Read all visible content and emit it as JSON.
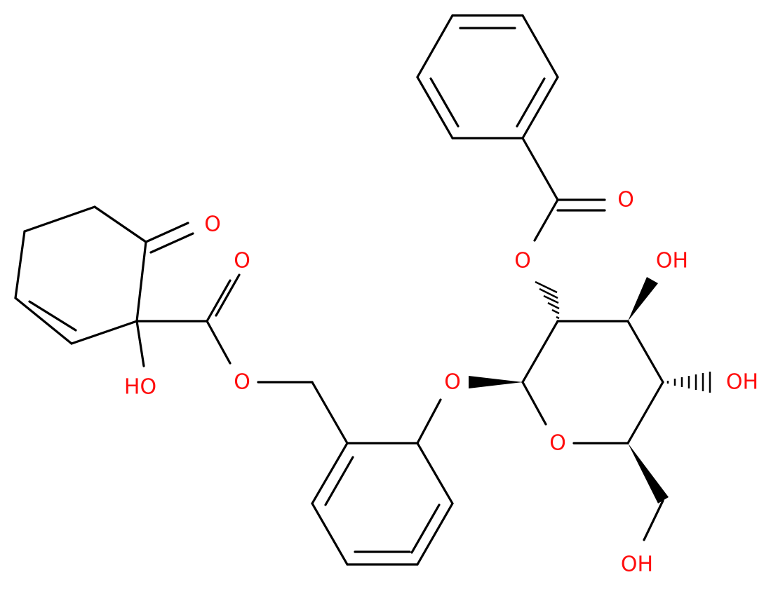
{
  "colors": {
    "bond": "#000000",
    "oxygen": "#ff0d0d",
    "background": "#ffffff"
  },
  "atoms": {
    "carbonyl_o_benzoyl": "O",
    "ester_o_benzoyl": "O",
    "oh_c3": "OH",
    "oh_c4": "OH",
    "ring_o": "O",
    "glycosidic_o": "O",
    "oh_c6": "OH",
    "ketone_o": "O",
    "carbonyl_o_ester": "O",
    "ester_o_ester": "O",
    "oh_tertiary": "HO"
  }
}
